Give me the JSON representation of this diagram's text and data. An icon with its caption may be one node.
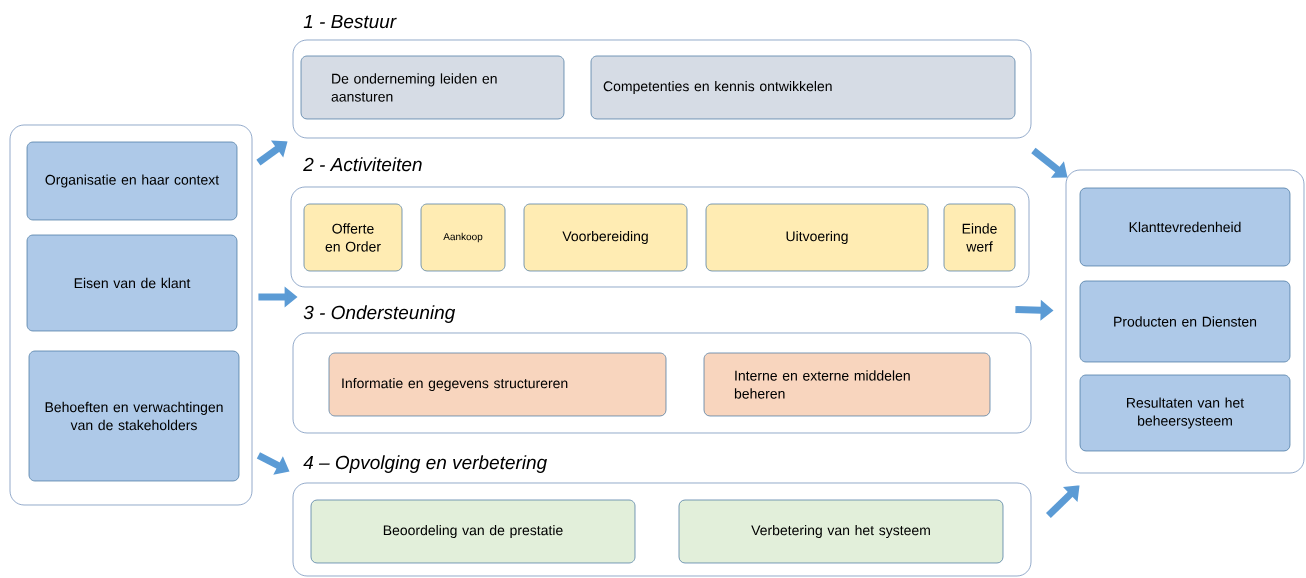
{
  "diagram": {
    "nodes": [
      {
        "text": [],
        "shape": "box"
      },
      {
        "text": [
          "Organisatie en haar context"
        ],
        "in": 0
      },
      {
        "text": [
          "Eisen van de klant"
        ],
        "in": 0
      },
      {
        "text": [
          "Behoeften en verwachtingen van de stakeholders"
        ],
        "in": 0
      },
      {
        "text": [
          "1 - Bestuur"
        ]
      },
      {
        "text": [
          "De onderneming leiden en aansturen"
        ],
        "in": 4
      },
      {
        "text": [
          "Competenties en kennis ontwikkelen"
        ],
        "in": 4
      },
      {
        "text": [
          "2 - Activiteiten"
        ]
      },
      {
        "text": [
          "Offerte en Order"
        ],
        "in": 7
      },
      {
        "text": [
          "Aankoop"
        ],
        "in": 7
      },
      {
        "text": [
          "Voorbereiding"
        ],
        "in": 7
      },
      {
        "text": [
          "Uitvoering"
        ],
        "in": 7
      },
      {
        "text": [
          "Einde werf"
        ],
        "in": 7
      },
      {
        "text": [
          "3 - Ondersteuning"
        ]
      },
      {
        "text": [
          "Informatie en gegevens structureren"
        ],
        "in": 13
      },
      {
        "text": [
          "Interne en externe middelen beheren"
        ],
        "in": 13
      },
      {
        "text": [
          "4 – Opvolging en verbetering"
        ]
      },
      {
        "text": [
          "Beoordeling van de prestatie"
        ],
        "in": 16
      },
      {
        "text": [
          "Verbetering van het systeem"
        ],
        "in": 16
      },
      {
        "text": [],
        "shape": "box"
      },
      {
        "text": [
          "Klanttevredenheid"
        ],
        "in": 19
      },
      {
        "text": [
          "Producten en Diensten"
        ],
        "in": 19
      },
      {
        "text": [
          "Resultaten van het beheersysteem"
        ],
        "in": 19
      }
    ],
    "edges": [
      {
        "from": 0,
        "to": 4,
        "arrow": "to"
      },
      {
        "from": 0,
        "to": 13,
        "arrow": "to"
      },
      {
        "from": 0,
        "to": 16,
        "arrow": "to"
      },
      {
        "from": 4,
        "to": 19,
        "arrow": "to"
      },
      {
        "from": 13,
        "to": 19,
        "arrow": "to"
      },
      {
        "from": 16,
        "to": 19,
        "arrow": "to"
      }
    ]
  }
}
